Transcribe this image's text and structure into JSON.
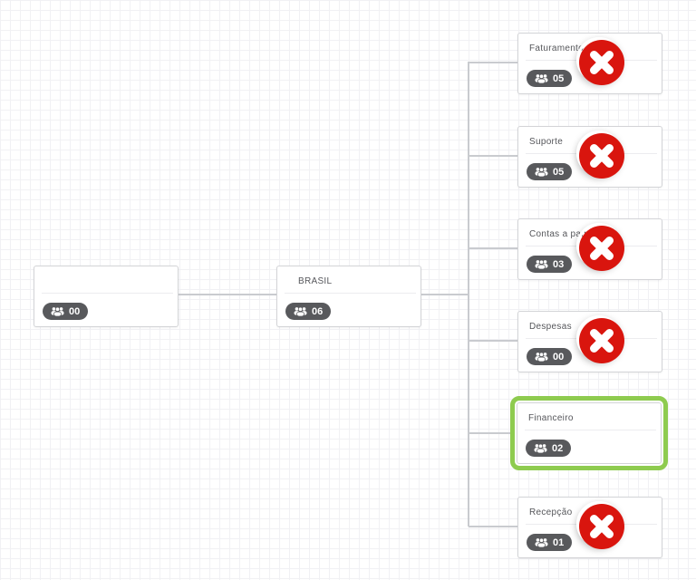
{
  "diagram": {
    "type": "organization-chart",
    "nodes": {
      "root": {
        "title": "",
        "count": "00"
      },
      "brasil": {
        "title": "BRASIL",
        "count": "06"
      },
      "children": [
        {
          "title": "Faturamento",
          "count": "05",
          "deletable": true,
          "selected": false
        },
        {
          "title": "Suporte",
          "count": "05",
          "deletable": true,
          "selected": false
        },
        {
          "title": "Contas a pagar",
          "count": "03",
          "deletable": true,
          "selected": false
        },
        {
          "title": "Despesas",
          "count": "00",
          "deletable": true,
          "selected": false
        },
        {
          "title": "Financeiro",
          "count": "02",
          "deletable": false,
          "selected": true
        },
        {
          "title": "Recepção",
          "count": "01",
          "deletable": true,
          "selected": false
        }
      ]
    },
    "icons": {
      "badge": "users-icon",
      "delete": "close-x-icon"
    },
    "colors": {
      "delete_red": "#d9150e",
      "highlight_green": "#8ecb4f",
      "badge_gray": "#58595c",
      "connector_gray": "#c9cbcf",
      "grid_line": "#f1f1f4",
      "title_text": "#55565a"
    }
  }
}
